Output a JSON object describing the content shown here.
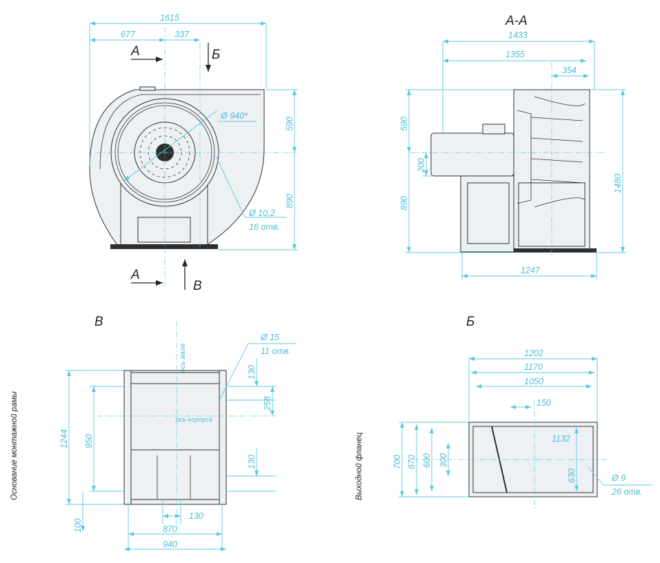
{
  "views": {
    "view_aa_title": "А-А",
    "view_v_title": "В",
    "view_b_title": "Б",
    "section_a": "А",
    "section_b": "Б",
    "section_v": "В"
  },
  "front": {
    "d1615": "1615",
    "d677": "677",
    "d337": "337",
    "d940": "Ø 940*",
    "d590": "590",
    "d890": "890",
    "hole_d": "Ø 10,2",
    "hole_n": "16 отв."
  },
  "section": {
    "d1433": "1433",
    "d1355": "1355",
    "d354": "354",
    "d590": "590",
    "d200": "200",
    "d890": "890",
    "d1480": "1480",
    "d1247": "1247"
  },
  "base": {
    "side_label": "Основание монтажной рамы",
    "hole_d": "Ø 15",
    "hole_n": "11 отв.",
    "shaft_axis": "ось вала",
    "body_axis": "ось корпуса",
    "d130a": "130",
    "d258": "258",
    "d130b": "130",
    "d1244": "1244",
    "d950": "950",
    "d100": "100",
    "d130c": "130",
    "d870": "870",
    "d940": "940"
  },
  "flange": {
    "side_label": "Выходной фланец",
    "d1202": "1202",
    "d1170": "1170",
    "d1050": "1050",
    "d150": "150",
    "d1132": "1132",
    "d700": "700",
    "d670": "670",
    "d600": "600",
    "d300": "300",
    "d630": "630",
    "hole_d": "Ø 9",
    "hole_n": "26 отв."
  },
  "colors": {
    "dimension": "#5bc8e0",
    "outline": "#2e2e2e",
    "fill": "#eef1f4"
  }
}
